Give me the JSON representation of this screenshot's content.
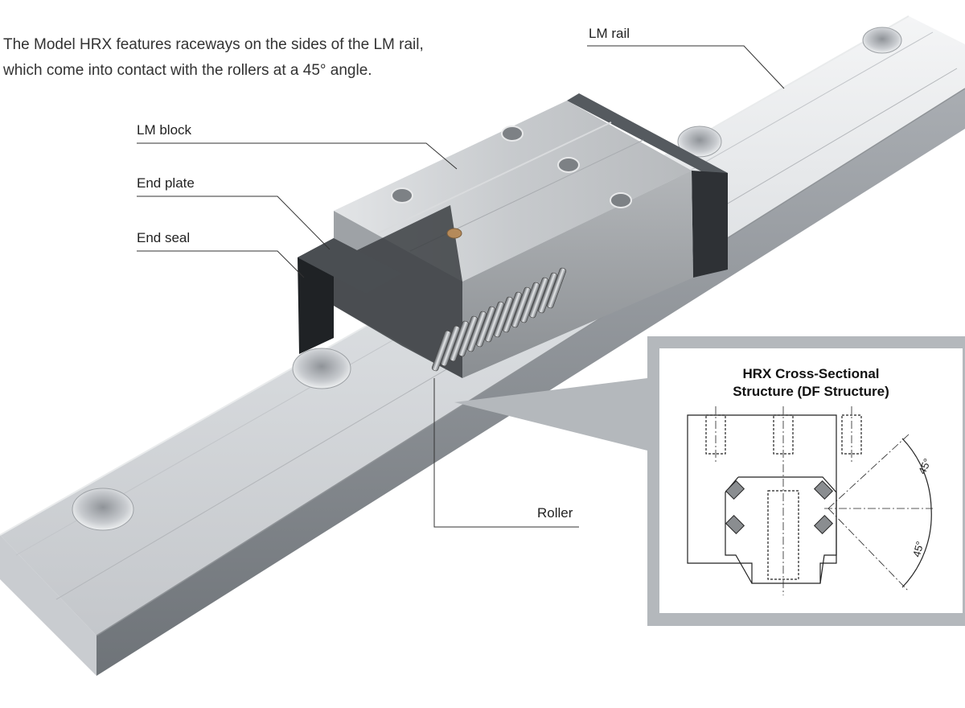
{
  "intro": {
    "line1": "The Model HRX features raceways on the sides of the LM rail,",
    "line2": "which come into contact with the rollers at a 45° angle."
  },
  "callouts": {
    "lm_rail": "LM rail",
    "lm_block": "LM block",
    "end_plate": "End plate",
    "end_seal": "End seal",
    "roller": "Roller"
  },
  "inset": {
    "title_line1": "HRX Cross-Sectional",
    "title_line2": "Structure (DF Structure)",
    "angle_upper": "45°",
    "angle_lower": "45°"
  }
}
